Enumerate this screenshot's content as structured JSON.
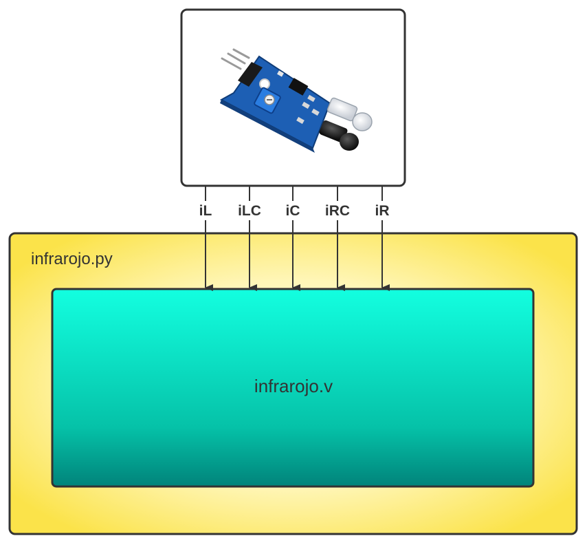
{
  "outer_module": {
    "label": "infrarojo.py"
  },
  "inner_module": {
    "label": "infrarojo.v"
  },
  "sensor": {
    "icon": "infrared-sensor-module-image"
  },
  "signals": [
    {
      "label": "iL"
    },
    {
      "label": "iLC"
    },
    {
      "label": "iC"
    },
    {
      "label": "iRC"
    },
    {
      "label": "iR"
    }
  ],
  "colors": {
    "outer_edge": "#fbe34a",
    "outer_center": "#fffce0",
    "inner_top": "#13ffe0",
    "inner_bottom": "#01837a",
    "stroke": "#333333",
    "pcb": "#1d5fb4"
  }
}
